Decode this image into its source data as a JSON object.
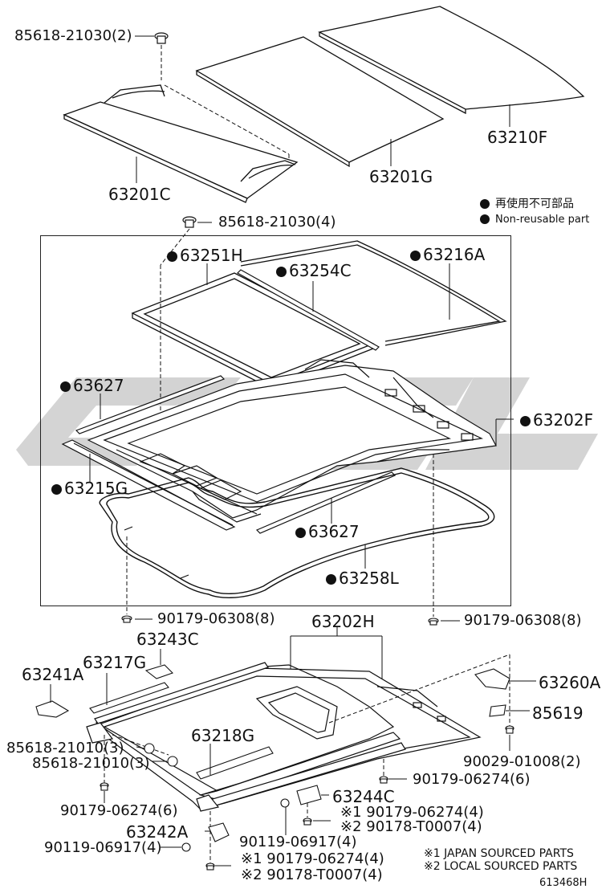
{
  "legend": {
    "non_reusable_jp": "再使用不可部品",
    "non_reusable_en": "Non-reusable part"
  },
  "notes": {
    "note1_mark": "※1",
    "note1_text": "JAPAN SOURCED PARTS",
    "note2_mark": "※2",
    "note2_text": "LOCAL SOURCED PARTS"
  },
  "figure_code": "613468H",
  "parts": {
    "p1": "85618-21030(2)",
    "p2": "63201C",
    "p3": "63201G",
    "p4": "63210F",
    "p5": "85618-21030(4)",
    "p6": "63251H",
    "p7": "63254C",
    "p8": "63216A",
    "p9": "63627",
    "p10": "63202F",
    "p11": "63215G",
    "p12": "63627",
    "p13": "63258L",
    "p14": "90179-06308(8)",
    "p15": "90179-06308(8)",
    "p16": "63202H",
    "p17": "63243C",
    "p18": "63241A",
    "p19": "63217G",
    "p20": "63260A",
    "p21": "85619",
    "p22": "85618-21010(3)",
    "p23": "85618-21010(3)",
    "p24": "63218G",
    "p25": "90029-01008(2)",
    "p26": "90179-06274(6)",
    "p27": "90179-06274(6)",
    "p28": "63244C",
    "p29": "90179-06274(4)",
    "p30": "90178-T0007(4)",
    "p31": "63242A",
    "p32": "90119-06917(4)",
    "p33": "90119-06917(4)",
    "p34": "90179-06274(4)",
    "p35": "90178-T0007(4)"
  },
  "marks": {
    "m1": "※1",
    "m2": "※2",
    "m3": "※1",
    "m4": "※2"
  }
}
